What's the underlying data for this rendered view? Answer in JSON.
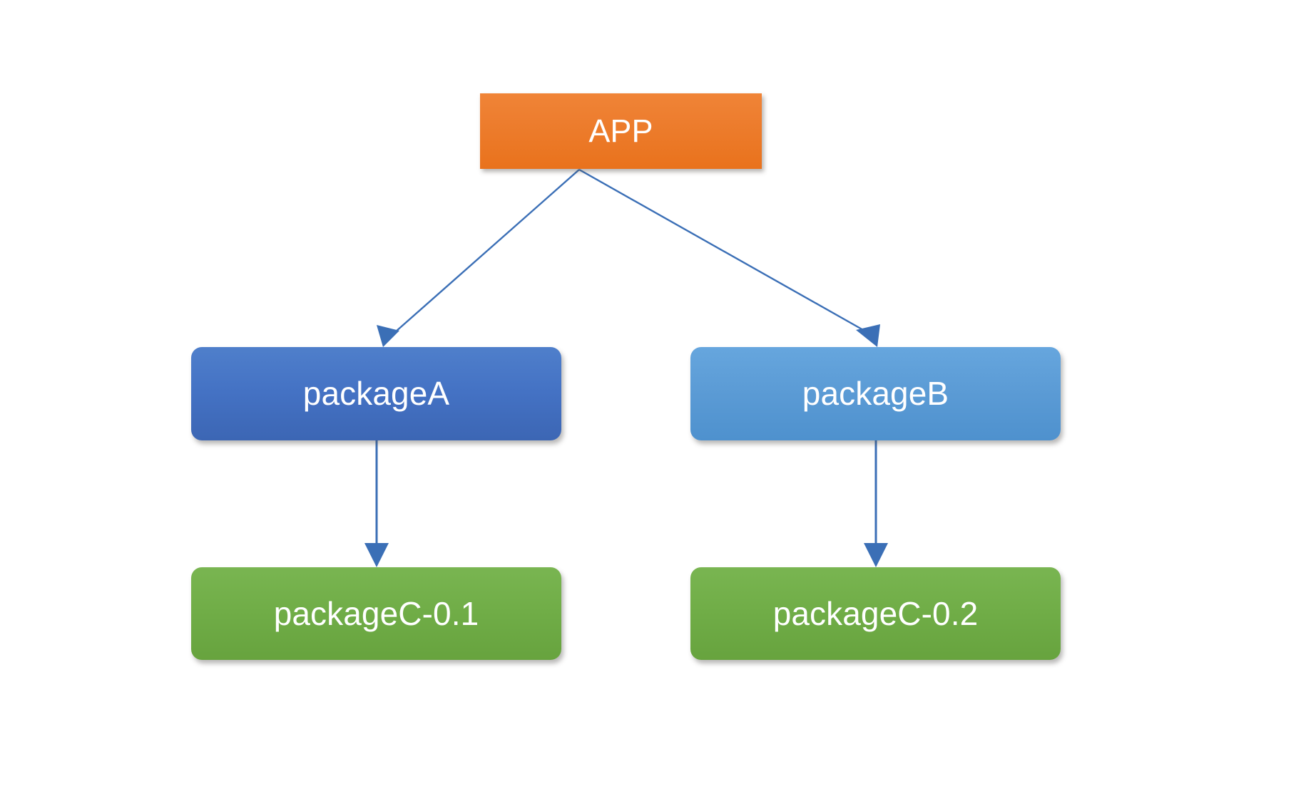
{
  "diagram": {
    "background_color": "#FFFFFF",
    "edge_color": "#3B6FB6",
    "nodes": [
      {
        "id": "app",
        "label": "APP",
        "shape": "rectangle",
        "fill_color": "#ED7D31",
        "text_color": "#FFFFFF"
      },
      {
        "id": "packageA",
        "label": "packageA",
        "shape": "rounded-rectangle",
        "fill_color": "#4472C4",
        "text_color": "#FFFFFF"
      },
      {
        "id": "packageB",
        "label": "packageB",
        "shape": "rounded-rectangle",
        "fill_color": "#5B9BD5",
        "text_color": "#FFFFFF"
      },
      {
        "id": "packageC01",
        "label": "packageC-0.1",
        "shape": "rounded-rectangle",
        "fill_color": "#70AD47",
        "text_color": "#FFFFFF"
      },
      {
        "id": "packageC02",
        "label": "packageC-0.2",
        "shape": "rounded-rectangle",
        "fill_color": "#70AD47",
        "text_color": "#FFFFFF"
      }
    ],
    "edges": [
      {
        "id": "app-to-packageA",
        "from": "app",
        "to": "packageA",
        "style": "solid",
        "arrow": "end"
      },
      {
        "id": "app-to-packageB",
        "from": "app",
        "to": "packageB",
        "style": "solid",
        "arrow": "end"
      },
      {
        "id": "packageA-to-packageC01",
        "from": "packageA",
        "to": "packageC01",
        "style": "solid",
        "arrow": "end"
      },
      {
        "id": "packageB-to-packageC02",
        "from": "packageB",
        "to": "packageC02",
        "style": "solid",
        "arrow": "end"
      }
    ]
  }
}
